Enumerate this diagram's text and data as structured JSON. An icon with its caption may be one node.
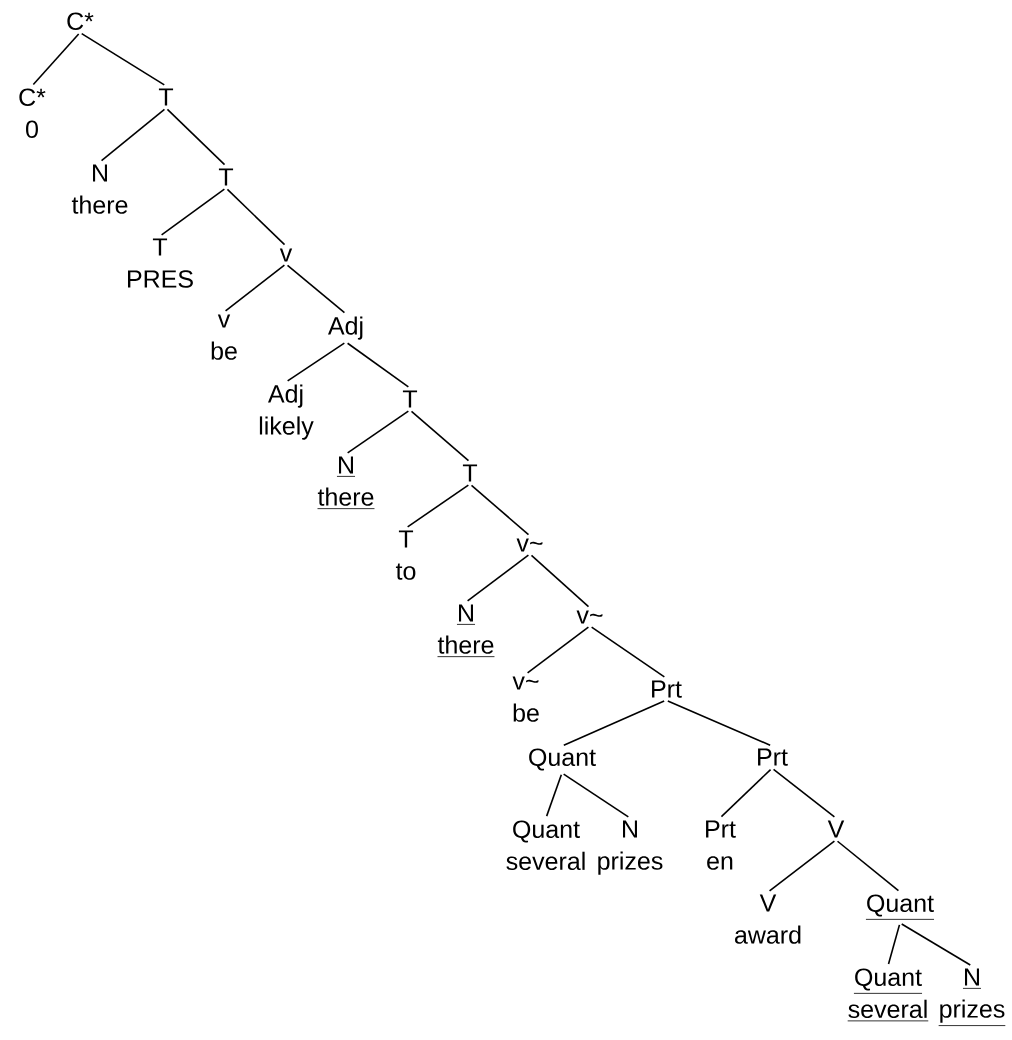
{
  "diagram": {
    "nodes": [
      {
        "text": [
          "C*"
        ]
      },
      {
        "text": [
          "C*",
          "0"
        ]
      },
      {
        "text": [
          "T"
        ]
      },
      {
        "text": [
          "N",
          "there"
        ]
      },
      {
        "text": [
          "T"
        ]
      },
      {
        "text": [
          "T",
          "PRES"
        ]
      },
      {
        "text": [
          "v"
        ]
      },
      {
        "text": [
          "v",
          "be"
        ]
      },
      {
        "text": [
          "Adj"
        ]
      },
      {
        "text": [
          "Adj",
          "likely"
        ]
      },
      {
        "text": [
          "T"
        ]
      },
      {
        "text": [
          "N",
          "there"
        ]
      },
      {
        "text": [
          "T"
        ]
      },
      {
        "text": [
          "T",
          "to"
        ]
      },
      {
        "text": [
          "v~"
        ]
      },
      {
        "text": [
          "N",
          "there"
        ]
      },
      {
        "text": [
          "v~"
        ]
      },
      {
        "text": [
          "v~",
          "be"
        ]
      },
      {
        "text": [
          "Prt"
        ]
      },
      {
        "text": [
          "Quant"
        ]
      },
      {
        "text": [
          "Prt"
        ]
      },
      {
        "text": [
          "Quant",
          "several"
        ]
      },
      {
        "text": [
          "N",
          "prizes"
        ]
      },
      {
        "text": [
          "Prt",
          "en"
        ]
      },
      {
        "text": [
          "V"
        ]
      },
      {
        "text": [
          "V",
          "award"
        ]
      },
      {
        "text": [
          "Quant"
        ]
      },
      {
        "text": [
          "Quant",
          "several"
        ]
      },
      {
        "text": [
          "N",
          "prizes"
        ]
      }
    ],
    "edges": [
      {
        "from": 0,
        "to": 1,
        "arrow": "none"
      },
      {
        "from": 0,
        "to": 2,
        "arrow": "none"
      },
      {
        "from": 2,
        "to": 3,
        "arrow": "none"
      },
      {
        "from": 2,
        "to": 4,
        "arrow": "none"
      },
      {
        "from": 4,
        "to": 5,
        "arrow": "none"
      },
      {
        "from": 4,
        "to": 6,
        "arrow": "none"
      },
      {
        "from": 6,
        "to": 7,
        "arrow": "none"
      },
      {
        "from": 6,
        "to": 8,
        "arrow": "none"
      },
      {
        "from": 8,
        "to": 9,
        "arrow": "none"
      },
      {
        "from": 8,
        "to": 10,
        "arrow": "none"
      },
      {
        "from": 10,
        "to": 11,
        "arrow": "none"
      },
      {
        "from": 10,
        "to": 12,
        "arrow": "none"
      },
      {
        "from": 12,
        "to": 13,
        "arrow": "none"
      },
      {
        "from": 12,
        "to": 14,
        "arrow": "none"
      },
      {
        "from": 14,
        "to": 15,
        "arrow": "none"
      },
      {
        "from": 14,
        "to": 16,
        "arrow": "none"
      },
      {
        "from": 16,
        "to": 17,
        "arrow": "none"
      },
      {
        "from": 16,
        "to": 18,
        "arrow": "none"
      },
      {
        "from": 18,
        "to": 19,
        "arrow": "none"
      },
      {
        "from": 18,
        "to": 20,
        "arrow": "none"
      },
      {
        "from": 19,
        "to": 21,
        "arrow": "none"
      },
      {
        "from": 19,
        "to": 22,
        "arrow": "none"
      },
      {
        "from": 20,
        "to": 23,
        "arrow": "none"
      },
      {
        "from": 20,
        "to": 24,
        "arrow": "none"
      },
      {
        "from": 24,
        "to": 25,
        "arrow": "none"
      },
      {
        "from": 24,
        "to": 26,
        "arrow": "none"
      },
      {
        "from": 26,
        "to": 27,
        "arrow": "none"
      },
      {
        "from": 26,
        "to": 28,
        "arrow": "none"
      }
    ]
  }
}
